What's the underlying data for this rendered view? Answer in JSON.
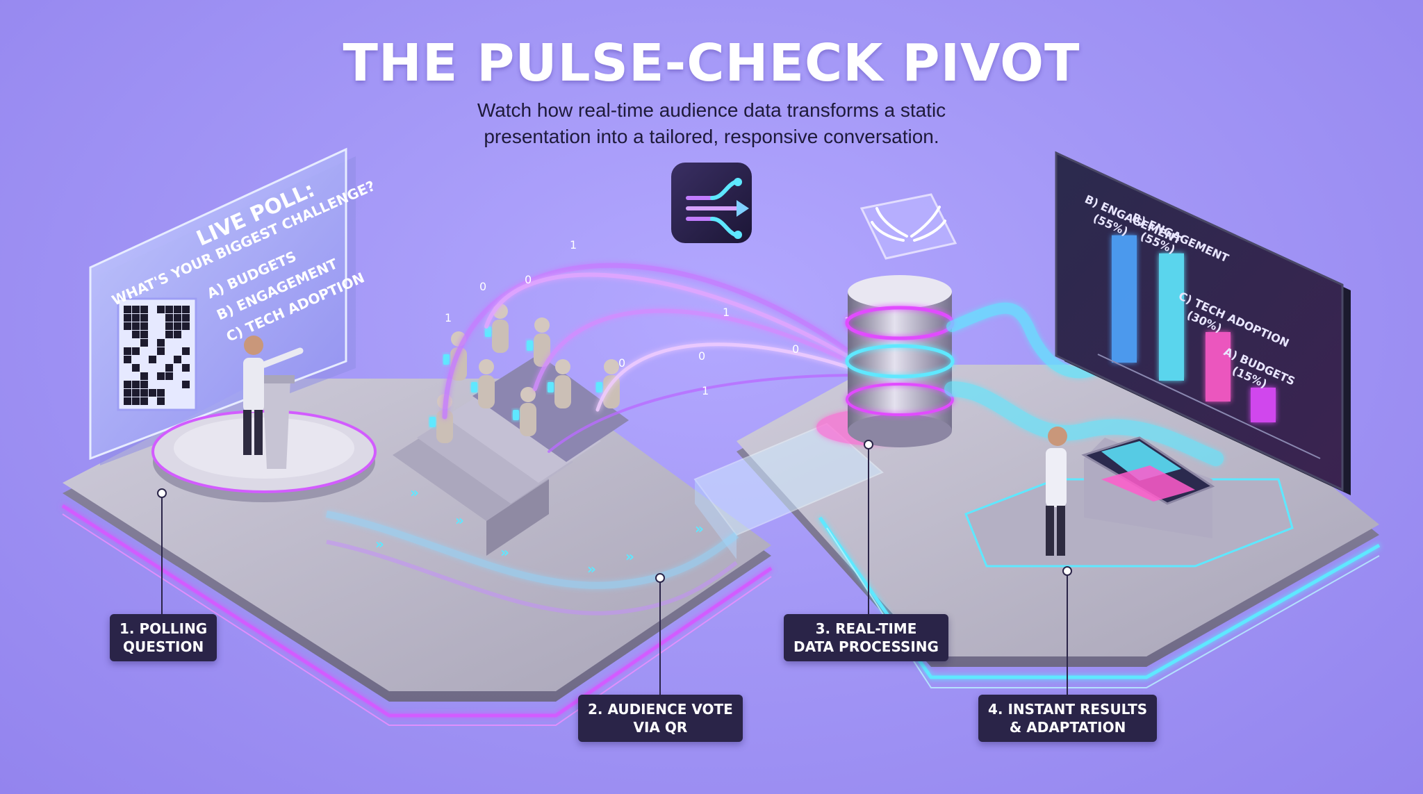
{
  "header": {
    "title": "THE PULSE-CHECK PIVOT",
    "subtitle_line1": "Watch how real-time audience data transforms a static",
    "subtitle_line2": "presentation into a tailored, responsive conversation."
  },
  "app_icon": "flow-split-arrow-icon",
  "poll_screen": {
    "heading": "LIVE POLL:",
    "question": "WHAT'S YOUR BIGGEST CHALLENGE?",
    "options": [
      "A) BUDGETS",
      "B) ENGAGEMENT",
      "C) TECH ADOPTION"
    ]
  },
  "processing_hub": {
    "icon": "winged-emblem-icon"
  },
  "binary_digits": [
    "1",
    "0",
    "0",
    "1",
    "0",
    "1",
    "0",
    "1",
    "0",
    "1"
  ],
  "results_screen": {
    "bars": [
      {
        "label": "B) ENGAGEMENT",
        "value_label": "(55%)",
        "value": 55,
        "color": "#4fa6ff"
      },
      {
        "label": "B) ENGAGEMENT",
        "value_label": "(55%)",
        "value": 55,
        "color": "#5ee8ff"
      },
      {
        "label": "C) TECH ADOPTION",
        "value_label": "(30%)",
        "value": 30,
        "color": "#ff5ccb"
      },
      {
        "label": "A) BUDGETS",
        "value_label": "(15%)",
        "value": 15,
        "color": "#e14bff"
      }
    ]
  },
  "steps": [
    {
      "line1": "1. POLLING",
      "line2": "QUESTION"
    },
    {
      "line1": "2. AUDIENCE VOTE",
      "line2": "VIA QR"
    },
    {
      "line1": "3. REAL-TIME",
      "line2": "DATA PROCESSING"
    },
    {
      "line1": "4. INSTANT RESULTS",
      "line2": "& ADAPTATION"
    }
  ],
  "colors": {
    "background": "#a397f6",
    "label_bg": "#2a2448",
    "neon_cyan": "#5ee8ff",
    "neon_magenta": "#e14bff",
    "platform": "#b9b6c6"
  }
}
